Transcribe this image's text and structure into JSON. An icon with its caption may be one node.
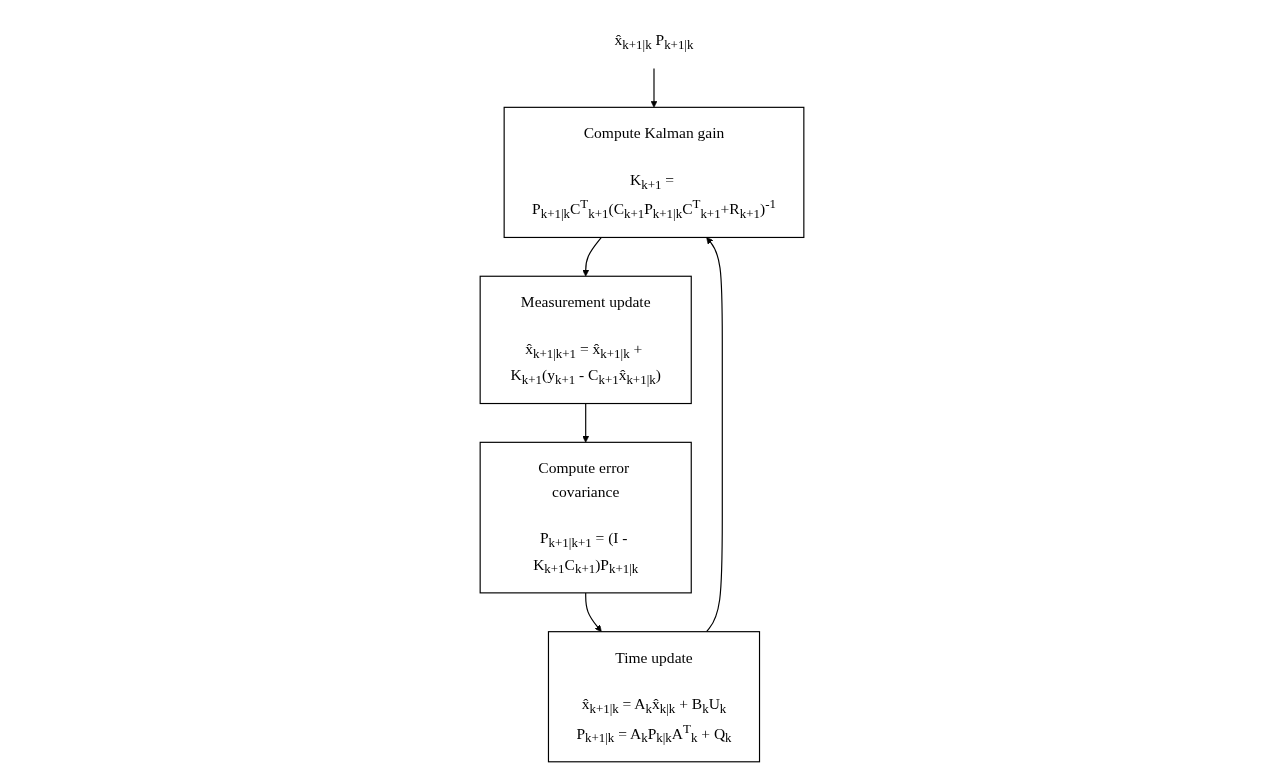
{
  "diagram": {
    "nodes": [
      {
        "text": [
          "x̂$_{k+1|k}$ P$_{k+1|k}$"
        ]
      },
      {
        "text": [
          "Compute Kalman gain",
          "K$_{k+1}$ = P$_{k+1|k}$C$^{T}$$_{k+1}$(C$_{k+1}$P$_{k+1|k}$C$^{T}$$_{k+1}$+R$_{k+1}$)$^{-1}$"
        ]
      },
      {
        "text": [
          "Measurement update",
          "x̂$_{k+1|k+1}$ = x̂$_{k+1|k}$ + K$_{k+1}$(y$_{k+1}$ - C$_{k+1}$x̂$_{k+1|k}$)"
        ]
      },
      {
        "text": [
          "Compute error covariance",
          "P$_{k+1|k+1}$ = (I - K$_{k+1}$C$_{k+1}$)P$_{k+1|k}$"
        ]
      },
      {
        "text": [
          "Time update",
          "x̂$_{k+1|k}$ = A$_{k}$x̂$_{k|k}$ + B$_{k}$U$_{k}$",
          "P$_{k+1|k}$ = A$_{k}$P$_{k|k}$A$^{T}$$_{k}$ + Q$_{k}$"
        ]
      }
    ],
    "edges": [
      {
        "from": 0,
        "to": 1,
        "arrow": "to"
      },
      {
        "from": 1,
        "to": 2,
        "arrow": "to"
      },
      {
        "from": 2,
        "to": 3,
        "arrow": "to"
      },
      {
        "from": 3,
        "to": 4,
        "arrow": "to"
      },
      {
        "from": 4,
        "to": 1,
        "arrow": "to"
      }
    ]
  }
}
